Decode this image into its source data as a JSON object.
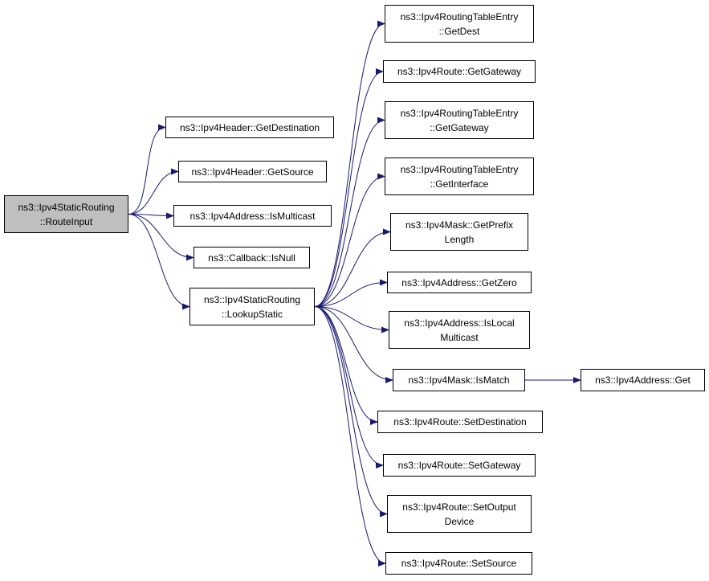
{
  "nodes": {
    "route_input": [
      "ns3::Ipv4StaticRouting",
      "::RouteInput"
    ],
    "get_destination_header": [
      "ns3::Ipv4Header::GetDestination"
    ],
    "get_source_header": [
      "ns3::Ipv4Header::GetSource"
    ],
    "is_multicast": [
      "ns3::Ipv4Address::IsMulticast"
    ],
    "callback_is_null": [
      "ns3::Callback::IsNull"
    ],
    "lookup_static": [
      "ns3::Ipv4StaticRouting",
      "::LookupStatic"
    ],
    "rte_get_dest": [
      "ns3::Ipv4RoutingTableEntry",
      "::GetDest"
    ],
    "route_get_gateway": [
      "ns3::Ipv4Route::GetGateway"
    ],
    "rte_get_gateway": [
      "ns3::Ipv4RoutingTableEntry",
      "::GetGateway"
    ],
    "rte_get_interface": [
      "ns3::Ipv4RoutingTableEntry",
      "::GetInterface"
    ],
    "mask_get_prefix_length": [
      "ns3::Ipv4Mask::GetPrefix",
      "Length"
    ],
    "address_get_zero": [
      "ns3::Ipv4Address::GetZero"
    ],
    "is_local_multicast": [
      "ns3::Ipv4Address::IsLocal",
      "Multicast"
    ],
    "mask_is_match": [
      "ns3::Ipv4Mask::IsMatch"
    ],
    "address_get": [
      "ns3::Ipv4Address::Get"
    ],
    "set_destination": [
      "ns3::Ipv4Route::SetDestination"
    ],
    "set_gateway": [
      "ns3::Ipv4Route::SetGateway"
    ],
    "set_output_device": [
      "ns3::Ipv4Route::SetOutput",
      "Device"
    ],
    "set_source": [
      "ns3::Ipv4Route::SetSource"
    ]
  },
  "edges": [
    [
      "route_input",
      "get_destination_header"
    ],
    [
      "route_input",
      "get_source_header"
    ],
    [
      "route_input",
      "is_multicast"
    ],
    [
      "route_input",
      "callback_is_null"
    ],
    [
      "route_input",
      "lookup_static"
    ],
    [
      "lookup_static",
      "rte_get_dest"
    ],
    [
      "lookup_static",
      "route_get_gateway"
    ],
    [
      "lookup_static",
      "rte_get_gateway"
    ],
    [
      "lookup_static",
      "rte_get_interface"
    ],
    [
      "lookup_static",
      "mask_get_prefix_length"
    ],
    [
      "lookup_static",
      "address_get_zero"
    ],
    [
      "lookup_static",
      "is_local_multicast"
    ],
    [
      "lookup_static",
      "mask_is_match"
    ],
    [
      "mask_is_match",
      "address_get"
    ],
    [
      "lookup_static",
      "set_destination"
    ],
    [
      "lookup_static",
      "set_gateway"
    ],
    [
      "lookup_static",
      "set_output_device"
    ],
    [
      "lookup_static",
      "set_source"
    ]
  ],
  "colors": {
    "edge": "#191970",
    "root_fill": "#bfbfbf",
    "node_fill": "#ffffff",
    "border": "#000000"
  }
}
